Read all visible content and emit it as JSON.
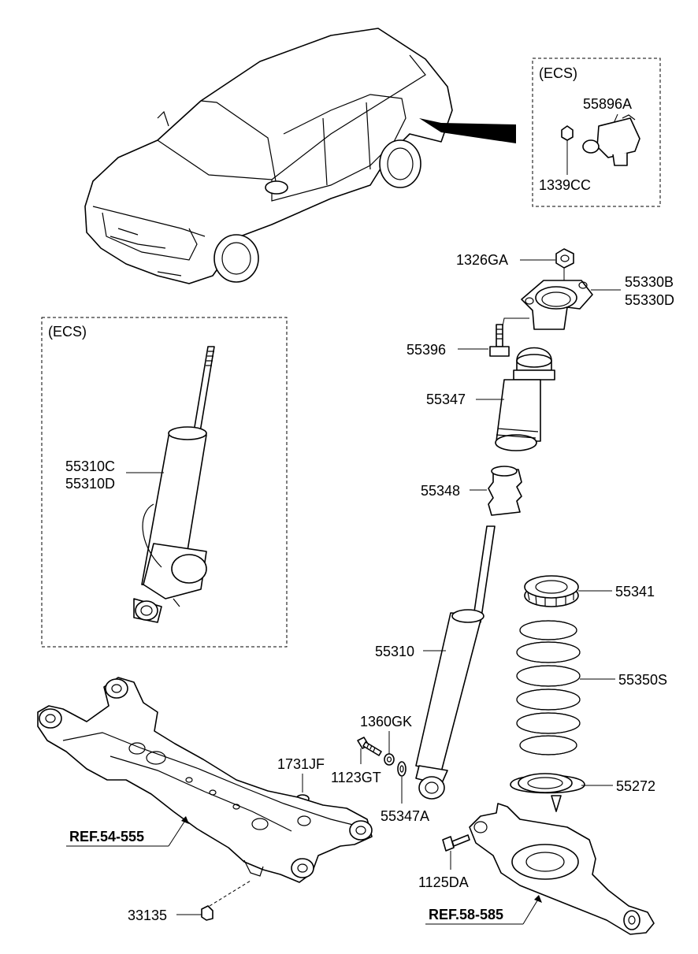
{
  "labels": {
    "ecs_top": "(ECS)",
    "p55896A": "55896A",
    "p1339CC": "1339CC",
    "ecs_left": "(ECS)",
    "p55310C": "55310C",
    "p55310D": "55310D",
    "p1326GA": "1326GA",
    "p55330B": "55330B",
    "p55330D": "55330D",
    "p55396": "55396",
    "p55347": "55347",
    "p55348": "55348",
    "p55341": "55341",
    "p55310": "55310",
    "p55350S": "55350S",
    "p1360GK": "1360GK",
    "p1731JF": "1731JF",
    "p1123GT": "1123GT",
    "p55272": "55272",
    "p55347A": "55347A",
    "ref_54": "REF.54-555",
    "p1125DA": "1125DA",
    "p33135": "33135",
    "ref_58": "REF.58-585"
  }
}
